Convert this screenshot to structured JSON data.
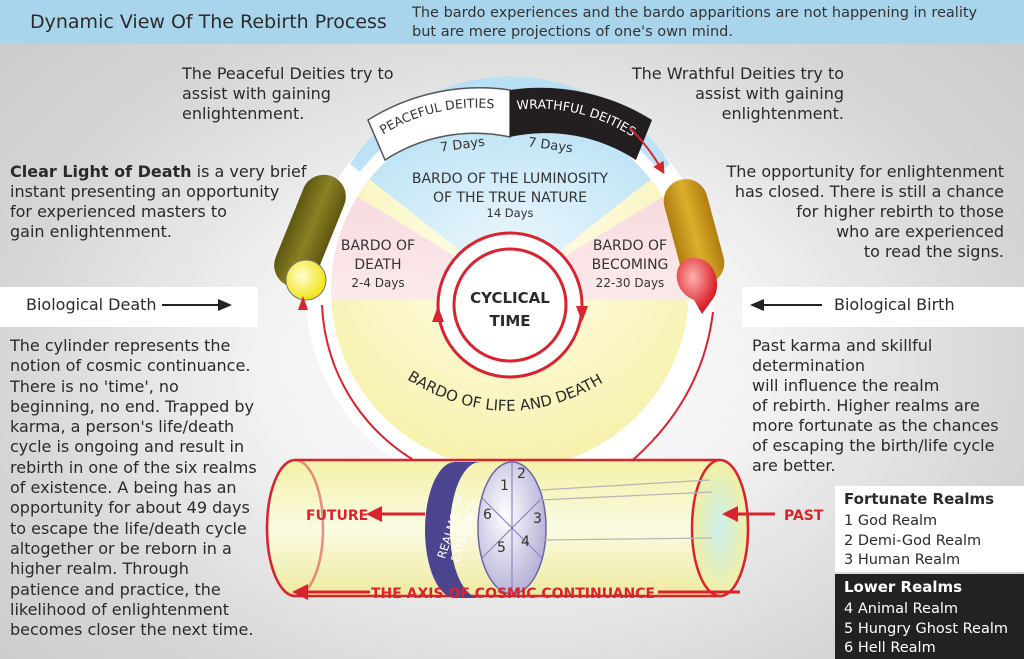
{
  "header": {
    "title": "Dynamic View Of The Rebirth Process",
    "note_line1": "The bardo experiences and the bardo apparitions are not happening in reality",
    "note_line2": "but are mere projections of one's own mind."
  },
  "peaceful_note": [
    "The Peaceful Deities try to",
    "assist with gaining",
    "enlightenment."
  ],
  "wrathful_note": [
    "The Wrathful Deities try to",
    "assist with gaining",
    "enlightenment."
  ],
  "clear_light": {
    "bold": "Clear Light of Death",
    "line1_rest": " is a very brief",
    "lines": [
      "instant presenting an opportunity",
      "for experienced masters to",
      "gain enlightenment."
    ]
  },
  "closed_note": [
    "The opportunity for enlightenment",
    "has closed. There is still a chance",
    "for higher rebirth to those",
    "who are experienced",
    "to read the signs."
  ],
  "biological_death": "Biological Death",
  "biological_birth": "Biological Birth",
  "cylinder_note": [
    "The cylinder represents the",
    "notion of cosmic continuance.",
    "There is no 'time', no",
    "beginning, no end. Trapped by",
    "karma, a person's life/death",
    "cycle is ongoing and result in",
    "rebirth in one of the six realms",
    "of existence. A being has an",
    "opportunity for about 49 days",
    "to escape the life/death cycle",
    "altogether or be reborn in a",
    "higher realm. Through",
    "patience and practice, the",
    "likelihood of enlightenment",
    "becomes closer the next time."
  ],
  "karma_note": [
    "Past karma and skillful",
    "determination",
    "will influence the realm",
    "of rebirth. Higher realms are",
    "more fortunate as the chances",
    "of escaping the birth/life cycle",
    "are better."
  ],
  "wheel": {
    "peaceful_deities": "PEACEFUL DEITIES",
    "wrathful_deities": "WRATHFUL DEITIES",
    "peaceful_days": "7 Days",
    "wrathful_days": "7 Days",
    "luminosity_line1": "BARDO OF THE LUMINOSITY",
    "luminosity_line2": "OF THE TRUE NATURE",
    "luminosity_days": "14 Days",
    "death_line1": "BARDO OF",
    "death_line2": "DEATH",
    "death_days": "2-4 Days",
    "becoming_line1": "BARDO OF",
    "becoming_line2": "BECOMING",
    "becoming_days": "22-30 Days",
    "cyclical_line1": "CYCLICAL",
    "cyclical_line2": "TIME",
    "life_and_death": "BARDO OF LIFE AND DEATH"
  },
  "cylinder": {
    "future": "FUTURE",
    "past": "PAST",
    "realms_line1": "REALMS OF",
    "realms_line2": "EXISTENCE",
    "axis": "THE AXIS OF COSMIC CONTINUANCE",
    "numbers": [
      "1",
      "2",
      "3",
      "4",
      "5",
      "6"
    ]
  },
  "legend": {
    "fortunate_title": "Fortunate Realms",
    "fortunate": [
      "1 God Realm",
      "2 Demi-God Realm",
      "3 Human Realm"
    ],
    "lower_title": "Lower Realms",
    "lower": [
      "4 Animal Realm",
      "5 Hungry Ghost Realm",
      "6 Hell Realm"
    ]
  },
  "colors": {
    "header_bg": "#a9d5ec",
    "arrow_red": "#d9232e",
    "olive_pod": "#7a7118",
    "gold_pod": "#c99a1a",
    "realms_band": "#4b4590",
    "lower_legend_bg": "#222222"
  }
}
